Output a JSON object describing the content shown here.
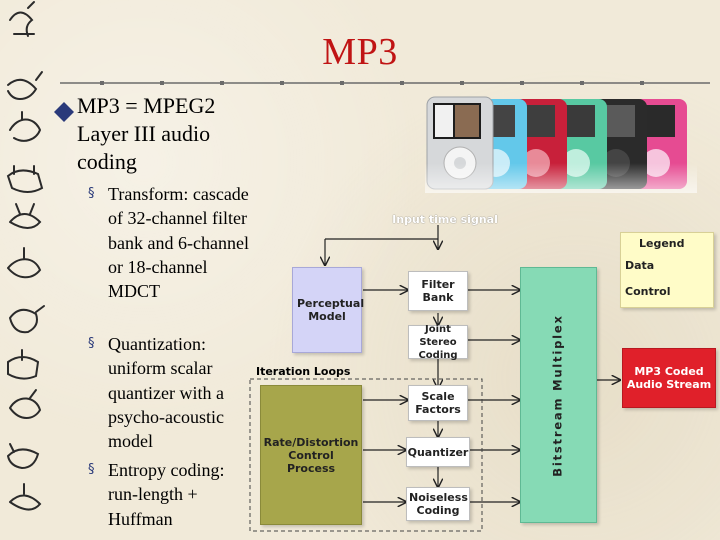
{
  "slide": {
    "title": "MP3",
    "accent_color": "#c01414",
    "main_bullet": "MP3 = MPEG2 Layer III audio coding",
    "sub_bullets": [
      "Transform: cascade of 32-channel filter bank and 6-channel or 18-channel MDCT",
      "Quantization: uniform scalar quantizer with a psycho-acoustic model",
      "Entropy coding: run-length + Huffman"
    ]
  },
  "diagram": {
    "input_label": "Input time signal",
    "perceptual_model": "Perceptual Model",
    "iteration_loops": "Iteration Loops",
    "rate_distortion": "Rate/Distortion Control Process",
    "filter_bank": "Filter Bank",
    "joint_stereo": "Joint Stereo Coding",
    "scale_factors": "Scale Factors",
    "quantizer": "Quantizer",
    "noiseless": "Noiseless Coding",
    "bitstream": "Bitstream Multiplex",
    "output": "MP3 Coded Audio Stream",
    "legend": {
      "title": "Legend",
      "data": "Data",
      "control": "Control"
    }
  }
}
